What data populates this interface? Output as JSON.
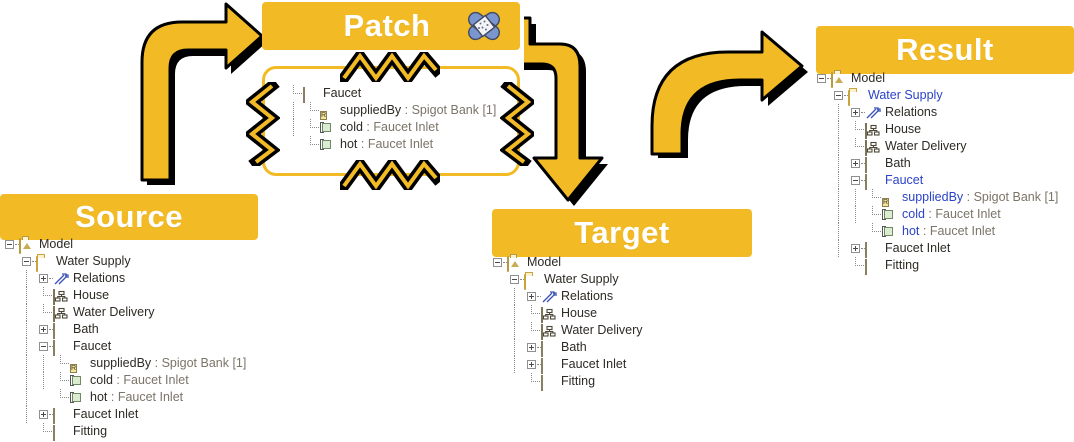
{
  "banners": {
    "source": "Source",
    "patch": "Patch",
    "target": "Target",
    "result": "Result"
  },
  "icons": {
    "bandage": "bandage-icon",
    "model": "model-package-icon",
    "folder": "folder-icon",
    "relations": "relations-icon",
    "block": "block-icon",
    "house": "diagram-icon",
    "reference": "reference-property-icon",
    "port": "port-icon"
  },
  "colors": {
    "banner_yellow": "#F2BB26",
    "arrow_yellow": "#F2BB26",
    "arrow_shadow": "#000000",
    "new_element_blue": "#2B43C8",
    "text_dark": "#2E2A25",
    "type_gray": "#7B7468",
    "bandage_blue": "#7B95CE"
  },
  "trees": {
    "source": [
      {
        "depth": 0,
        "icon": "model",
        "label": "Model",
        "twisty": "minus",
        "blue": false
      },
      {
        "depth": 1,
        "icon": "folder",
        "label": "Water Supply",
        "twisty": "minus",
        "blue": false
      },
      {
        "depth": 2,
        "icon": "relations",
        "label": "Relations",
        "twisty": "plus",
        "blue": false
      },
      {
        "depth": 2,
        "icon": "house",
        "label": "House",
        "twisty": "none",
        "blue": false
      },
      {
        "depth": 2,
        "icon": "house",
        "label": "Water Delivery",
        "twisty": "none",
        "blue": false
      },
      {
        "depth": 2,
        "icon": "block",
        "label": "Bath",
        "twisty": "plus",
        "blue": false
      },
      {
        "depth": 2,
        "icon": "block",
        "label": "Faucet",
        "twisty": "minus",
        "blue": false
      },
      {
        "depth": 3,
        "icon": "reference",
        "label": "suppliedBy",
        "sep": " : ",
        "type": "Spigot Bank [1]",
        "twisty": "none",
        "blue": false
      },
      {
        "depth": 3,
        "icon": "port",
        "label": "cold",
        "sep": " : ",
        "type": "Faucet Inlet",
        "twisty": "none",
        "blue": false
      },
      {
        "depth": 3,
        "icon": "port",
        "label": "hot",
        "sep": " : ",
        "type": "Faucet Inlet",
        "twisty": "none",
        "blue": false
      },
      {
        "depth": 2,
        "icon": "block",
        "label": "Faucet Inlet",
        "twisty": "plus",
        "blue": false
      },
      {
        "depth": 2,
        "icon": "block",
        "label": "Fitting",
        "twisty": "none",
        "blue": false
      }
    ],
    "patch": [
      {
        "depth": 0,
        "icon": "block",
        "label": "Faucet",
        "twisty": "none",
        "blue": false
      },
      {
        "depth": 1,
        "icon": "reference",
        "label": "suppliedBy",
        "sep": " : ",
        "type": "Spigot Bank [1]",
        "twisty": "none",
        "blue": false
      },
      {
        "depth": 1,
        "icon": "port",
        "label": "cold",
        "sep": " : ",
        "type": "Faucet Inlet",
        "twisty": "none",
        "blue": false
      },
      {
        "depth": 1,
        "icon": "port",
        "label": "hot",
        "sep": " : ",
        "type": "Faucet Inlet",
        "twisty": "none",
        "blue": false
      }
    ],
    "target": [
      {
        "depth": 0,
        "icon": "model",
        "label": "Model",
        "twisty": "minus",
        "blue": false
      },
      {
        "depth": 1,
        "icon": "folder",
        "label": "Water Supply",
        "twisty": "minus",
        "blue": false
      },
      {
        "depth": 2,
        "icon": "relations",
        "label": "Relations",
        "twisty": "plus",
        "blue": false
      },
      {
        "depth": 2,
        "icon": "house",
        "label": "House",
        "twisty": "none",
        "blue": false
      },
      {
        "depth": 2,
        "icon": "house",
        "label": "Water Delivery",
        "twisty": "none",
        "blue": false
      },
      {
        "depth": 2,
        "icon": "block",
        "label": "Bath",
        "twisty": "plus",
        "blue": false
      },
      {
        "depth": 2,
        "icon": "block",
        "label": "Faucet Inlet",
        "twisty": "plus",
        "blue": false
      },
      {
        "depth": 2,
        "icon": "block",
        "label": "Fitting",
        "twisty": "none",
        "blue": false
      }
    ],
    "result": [
      {
        "depth": 0,
        "icon": "model",
        "label": "Model",
        "twisty": "minus",
        "blue": false
      },
      {
        "depth": 1,
        "icon": "folder",
        "label": "Water Supply",
        "twisty": "minus",
        "blue": true
      },
      {
        "depth": 2,
        "icon": "relations",
        "label": "Relations",
        "twisty": "plus",
        "blue": false
      },
      {
        "depth": 2,
        "icon": "house",
        "label": "House",
        "twisty": "none",
        "blue": false
      },
      {
        "depth": 2,
        "icon": "house",
        "label": "Water Delivery",
        "twisty": "none",
        "blue": false
      },
      {
        "depth": 2,
        "icon": "block",
        "label": "Bath",
        "twisty": "plus",
        "blue": false
      },
      {
        "depth": 2,
        "icon": "block",
        "label": "Faucet",
        "twisty": "minus",
        "blue": true
      },
      {
        "depth": 3,
        "icon": "reference",
        "label": "suppliedBy",
        "sep": " : ",
        "type": "Spigot Bank [1]",
        "twisty": "none",
        "blue": true
      },
      {
        "depth": 3,
        "icon": "port",
        "label": "cold",
        "sep": " : ",
        "type": "Faucet Inlet",
        "twisty": "none",
        "blue": true
      },
      {
        "depth": 3,
        "icon": "port",
        "label": "hot",
        "sep": " : ",
        "type": "Faucet Inlet",
        "twisty": "none",
        "blue": true
      },
      {
        "depth": 2,
        "icon": "block",
        "label": "Faucet Inlet",
        "twisty": "plus",
        "blue": false
      },
      {
        "depth": 2,
        "icon": "block",
        "label": "Fitting",
        "twisty": "none",
        "blue": false
      }
    ]
  },
  "arrows": [
    {
      "name": "arrow-source-to-patch",
      "direction": "up-right"
    },
    {
      "name": "arrow-patch-to-target",
      "direction": "down"
    },
    {
      "name": "arrow-target-to-result",
      "direction": "up-right"
    }
  ]
}
